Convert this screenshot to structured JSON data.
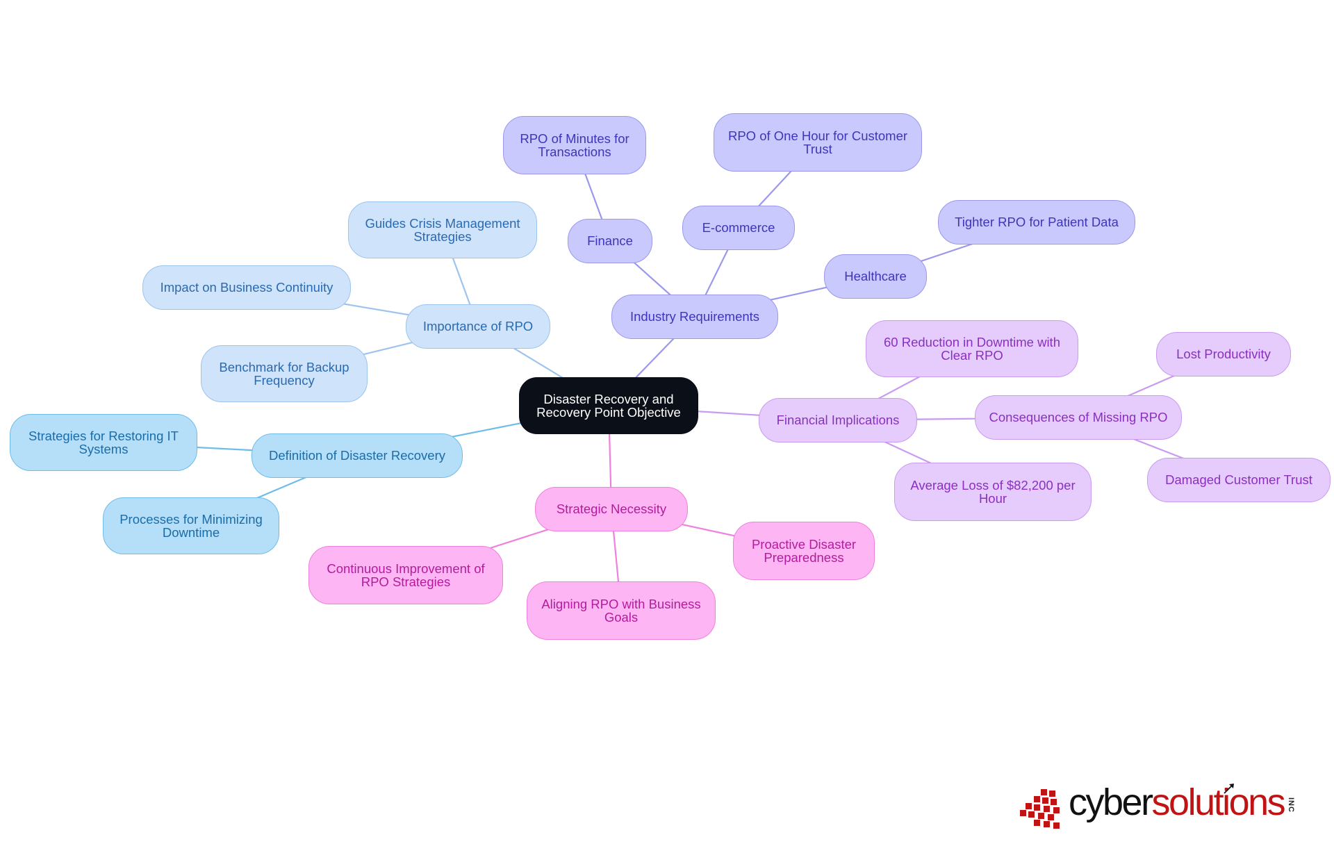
{
  "root": {
    "label": "Disaster Recovery and Recovery Point Objective"
  },
  "colors": {
    "definition": "#6ebde8",
    "importance": "#9cc4ec",
    "industry": "#9998ee",
    "financial": "#c99af0",
    "strategic": "#f080dd",
    "root": "#0b0f17",
    "logo_red": "#c01414"
  },
  "branches": {
    "definition": {
      "label": "Definition of Disaster Recovery",
      "children": [
        "Strategies for Restoring IT Systems",
        "Processes for Minimizing Downtime"
      ]
    },
    "importance": {
      "label": "Importance of RPO",
      "children": [
        "Guides Crisis Management Strategies",
        "Impact on Business Continuity",
        "Benchmark for Backup Frequency"
      ]
    },
    "industry": {
      "label": "Industry Requirements",
      "children": {
        "finance": {
          "label": "Finance",
          "child": "RPO of Minutes for Transactions"
        },
        "ecommerce": {
          "label": "E-commerce",
          "child": "RPO of One Hour for Customer Trust"
        },
        "healthcare": {
          "label": "Healthcare",
          "child": "Tighter RPO for Patient Data"
        }
      }
    },
    "financial": {
      "label": "Financial Implications",
      "children": {
        "reduction": "60 Reduction in Downtime with Clear RPO",
        "consequences": {
          "label": "Consequences of Missing RPO",
          "children": [
            "Lost Productivity",
            "Damaged Customer Trust"
          ]
        },
        "loss": "Average Loss of $82,200 per Hour"
      }
    },
    "strategic": {
      "label": "Strategic Necessity",
      "children": [
        "Proactive Disaster Preparedness",
        "Continuous Improvement of RPO Strategies",
        "Aligning RPO with Business Goals"
      ]
    }
  },
  "logo": {
    "cyber": "cyber",
    "solutions": "solutions",
    "inc": "INC"
  }
}
